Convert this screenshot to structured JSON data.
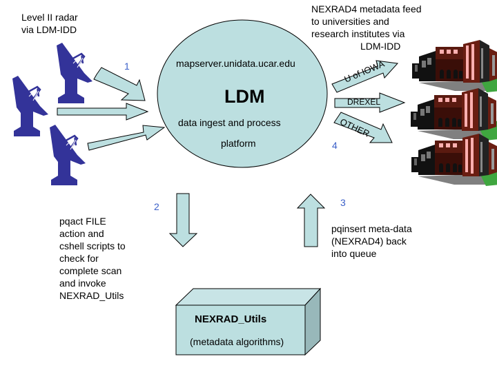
{
  "labels": {
    "source": [
      "Level II radar",
      "via LDM-IDD"
    ],
    "feed": [
      "NEXRAD4 metadata feed",
      "to universities and",
      "research institutes via",
      "LDM-IDD"
    ],
    "server": "mapserver.unidata.ucar.edu",
    "ldm_title": "LDM",
    "platform": [
      "data ingest and process",
      "platform"
    ],
    "pqact": [
      "pqact FILE",
      "action and",
      "cshell scripts to",
      "check for",
      "complete scan",
      "and invoke",
      "NEXRAD_Utils"
    ],
    "pqinsert": [
      "pqinsert meta-data",
      "(NEXRAD4) back",
      "into queue"
    ],
    "utils_title": "NEXRAD_Utils",
    "utils_subtitle": "(metadata algorithms)"
  },
  "steps": [
    "1",
    "2",
    "3",
    "4"
  ],
  "destinations": [
    "U of IOWA",
    "DREXEL",
    "OTHER"
  ],
  "icons": {
    "radar": "radar-dish-icon",
    "building": "university-building-icon"
  },
  "colors": {
    "shape_fill": "#bcdfe0",
    "box_side": "#98b8ba",
    "dish": "#333399",
    "step_number": "#3a5fc8",
    "building_dark": "#5a1a10",
    "building_window": "#ffb0b0",
    "grass": "#3fa63f"
  }
}
